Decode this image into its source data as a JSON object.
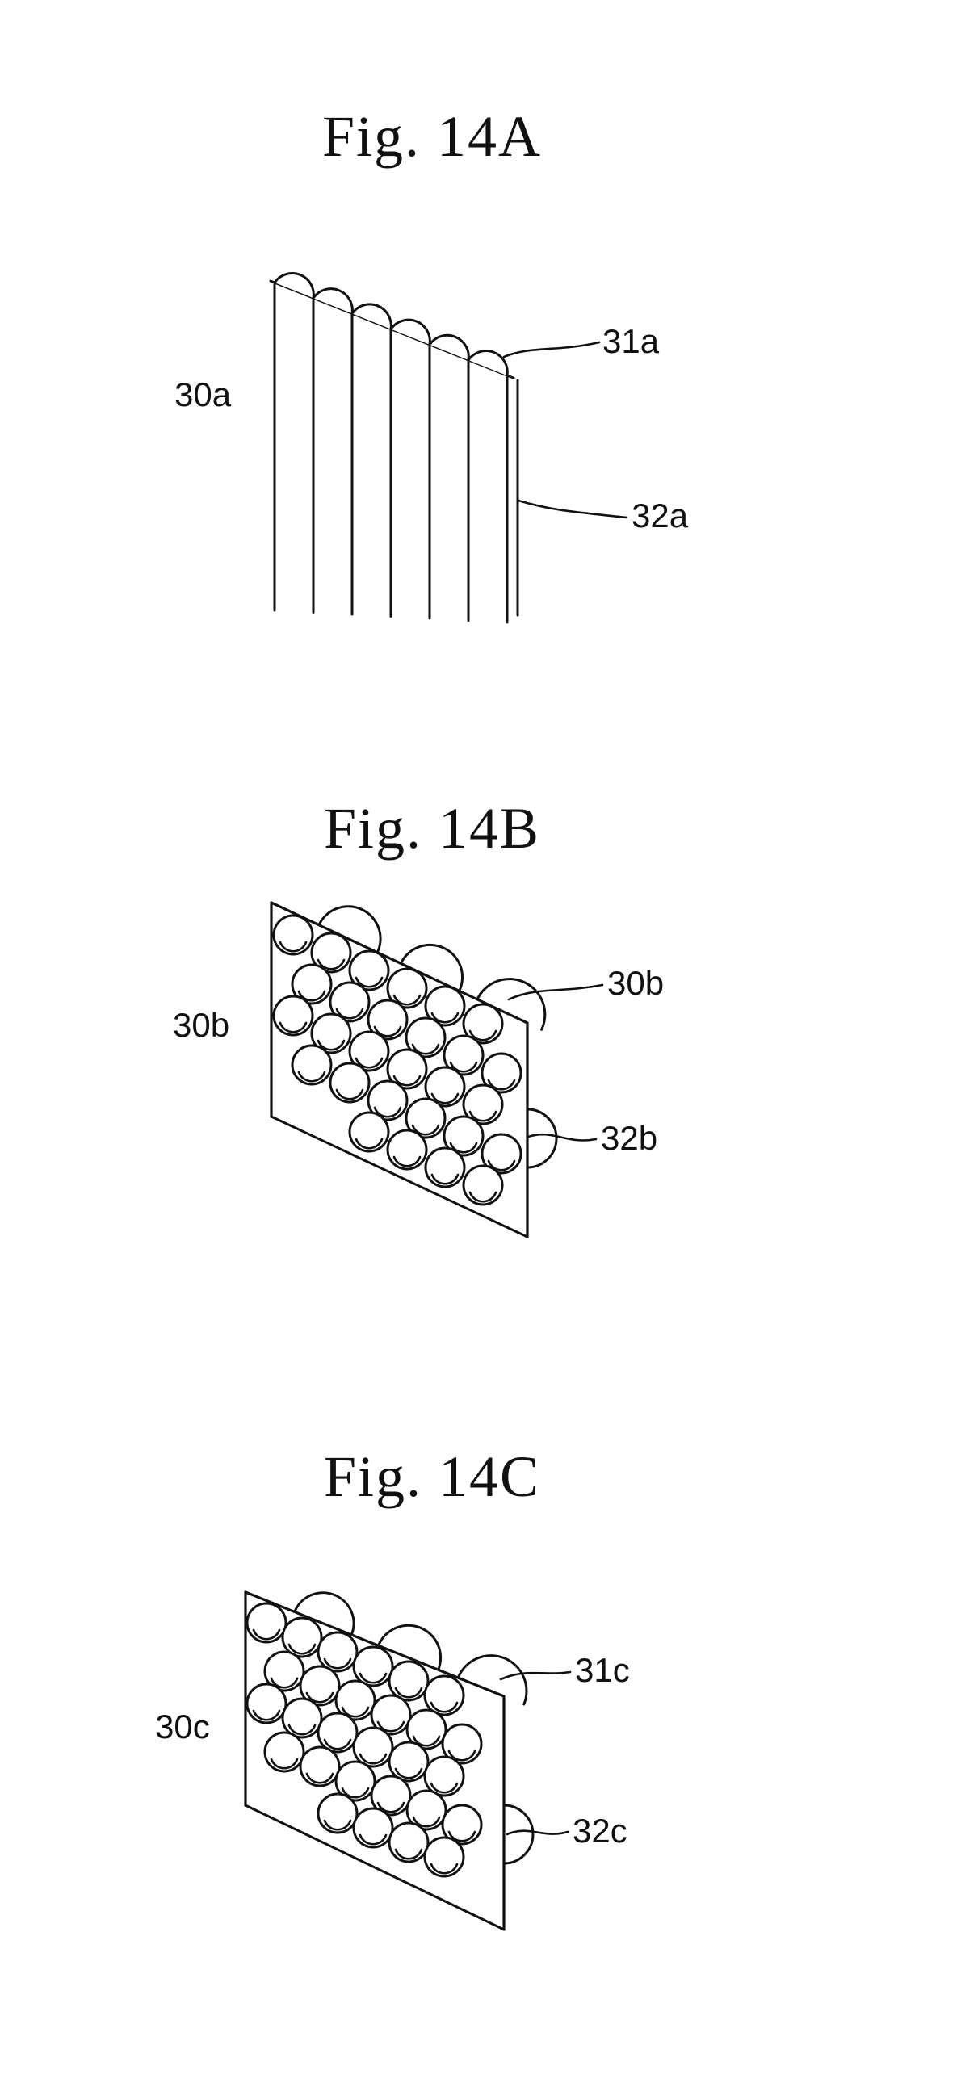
{
  "page": {
    "background": "#ffffff",
    "ink": "#111111",
    "description": "Patent-style figure sheet with three perspective lens-array drawings"
  },
  "figures": [
    {
      "id": "14A",
      "title": "Fig. 14A",
      "labels": {
        "left": "30a",
        "top_right": "31a",
        "bottom_right": "32a"
      }
    },
    {
      "id": "14B",
      "title": "Fig. 14B",
      "labels": {
        "left": "30b",
        "top_right": "30b",
        "bottom_right": "32b"
      }
    },
    {
      "id": "14C",
      "title": "Fig. 14C",
      "labels": {
        "left": "30c",
        "top_right": "31c",
        "bottom_right": "32c"
      }
    }
  ]
}
